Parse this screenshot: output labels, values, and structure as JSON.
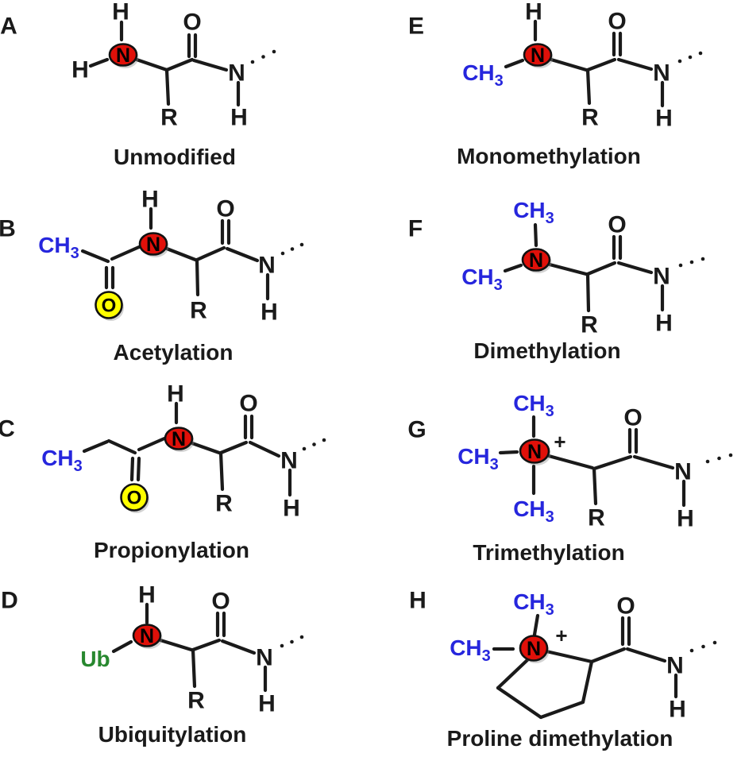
{
  "figure": {
    "title_hint": "Chemical structures of lysine/proline backbone modifications",
    "background": "#ffffff",
    "colors": {
      "bond": "#1a1a1a",
      "atom_text": "#1a1a1a",
      "nitrogen_fill": "#e01009",
      "nitrogen_stroke": "#111111",
      "oxygen_fill": "#ffff00",
      "oxygen_stroke": "#111111",
      "methyl_blue": "#2626dd",
      "ubiquitin_green": "#28882f"
    },
    "atoms": {
      "hydrogen": "H",
      "nitrogen": "N",
      "oxygen": "O",
      "side_chain": "R",
      "methyl_main": "CH",
      "methyl_sub": "3",
      "ubiquitin": "Ub",
      "plus": "+"
    },
    "panels": [
      {
        "letter": "A",
        "label": "Unmodified"
      },
      {
        "letter": "B",
        "label": "Acetylation"
      },
      {
        "letter": "C",
        "label": "Propionylation"
      },
      {
        "letter": "D",
        "label": "Ubiquitylation"
      },
      {
        "letter": "E",
        "label": "Monomethylation"
      },
      {
        "letter": "F",
        "label": "Dimethylation"
      },
      {
        "letter": "G",
        "label": "Trimethylation"
      },
      {
        "letter": "H",
        "label": "Proline dimethylation"
      }
    ]
  }
}
